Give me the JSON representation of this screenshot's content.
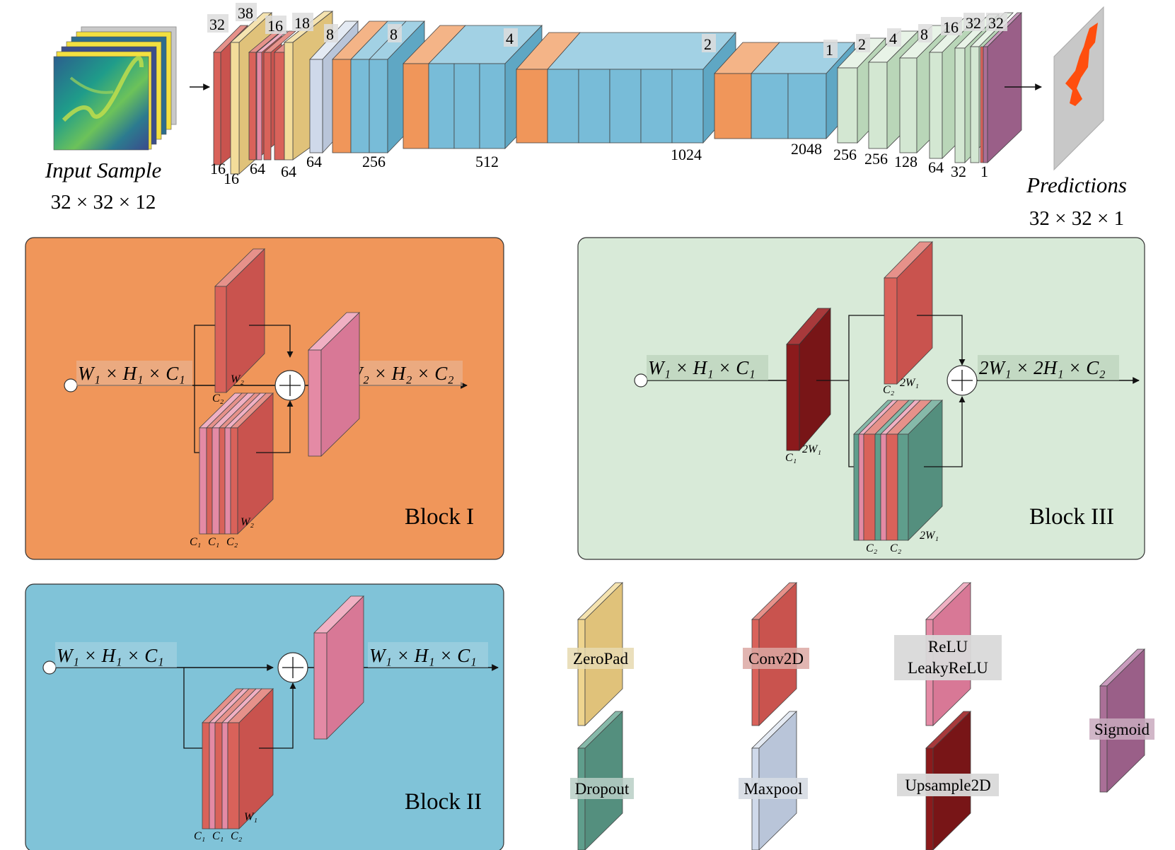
{
  "top": {
    "input_label": "Input Sample",
    "input_dims": "32 × 32 × 12",
    "output_label": "Predictions",
    "output_dims": "32 × 32 × 1",
    "bottom_labels": [
      "16",
      "16",
      "64",
      "64",
      "64",
      "256",
      "512",
      "1024",
      "2048",
      "256",
      "256",
      "128",
      "64",
      "32",
      "1"
    ],
    "top_labels": [
      "32",
      "38",
      "16",
      "18",
      "8",
      "8",
      "4",
      "2",
      "1",
      "2",
      "4",
      "8",
      "16",
      "32",
      "32"
    ]
  },
  "block1": {
    "title": "Block I",
    "input": "W₁ × H₁ × C₁",
    "output": "W₂ × H₂ × C₂",
    "labels": [
      "W₂",
      "C₂",
      "W₂",
      "C₁",
      "C₁",
      "C₂"
    ]
  },
  "block2": {
    "title": "Block II",
    "input": "W₁ × H₁ × C₁",
    "output": "W₁ × H₁ × C₁",
    "labels": [
      "W₁",
      "C₁",
      "C₁",
      "C₂"
    ]
  },
  "block3": {
    "title": "Block III",
    "input": "W₁ × H₁ × C₁",
    "output": "2W₁ × 2H₁ × C₂",
    "labels": [
      "C₁",
      "2W₁",
      "C₂",
      "2W₁",
      "C₂",
      "C₂",
      "2W₁"
    ]
  },
  "legend": {
    "zeropad": "ZeroPad",
    "conv2d": "Conv2D",
    "relu": "ReLU",
    "leakyrelu": "LeakyReLU",
    "sigmoid": "Sigmoid",
    "dropout": "Dropout",
    "maxpool": "Maxpool",
    "upsample": "Upsample2D"
  },
  "colors": {
    "conv": "#d9625a",
    "zeropad": "#efd58f",
    "relu": "#e48aa5",
    "dropout": "#5f9e8c",
    "maxpool": "#cfd9ea",
    "upsample": "#8b1a1c",
    "sigmoid": "#aa6f97",
    "block1_bg": "#f0965a",
    "block2_bg": "#80c3d8",
    "block3_bg": "#d8ead8",
    "orange": "#f0965a",
    "blue": "#78bcd8",
    "green": "#d3e7d2"
  }
}
